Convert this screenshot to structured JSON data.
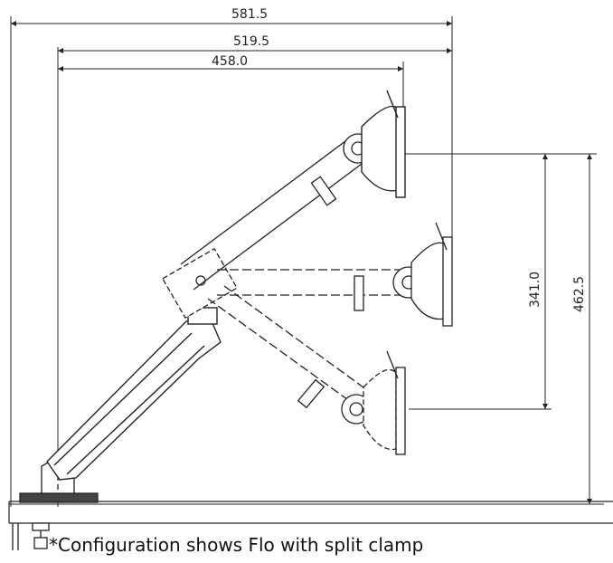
{
  "figure": {
    "dimensions": {
      "width_outer": "581.5",
      "width_middle": "519.5",
      "width_inner": "458.0",
      "height_inner": "341.0",
      "height_outer": "462.5"
    },
    "caption": "*Configuration shows Flo with split clamp",
    "colors": {
      "line": "#222222",
      "dashed": "#333333",
      "background": "#ffffff"
    }
  }
}
